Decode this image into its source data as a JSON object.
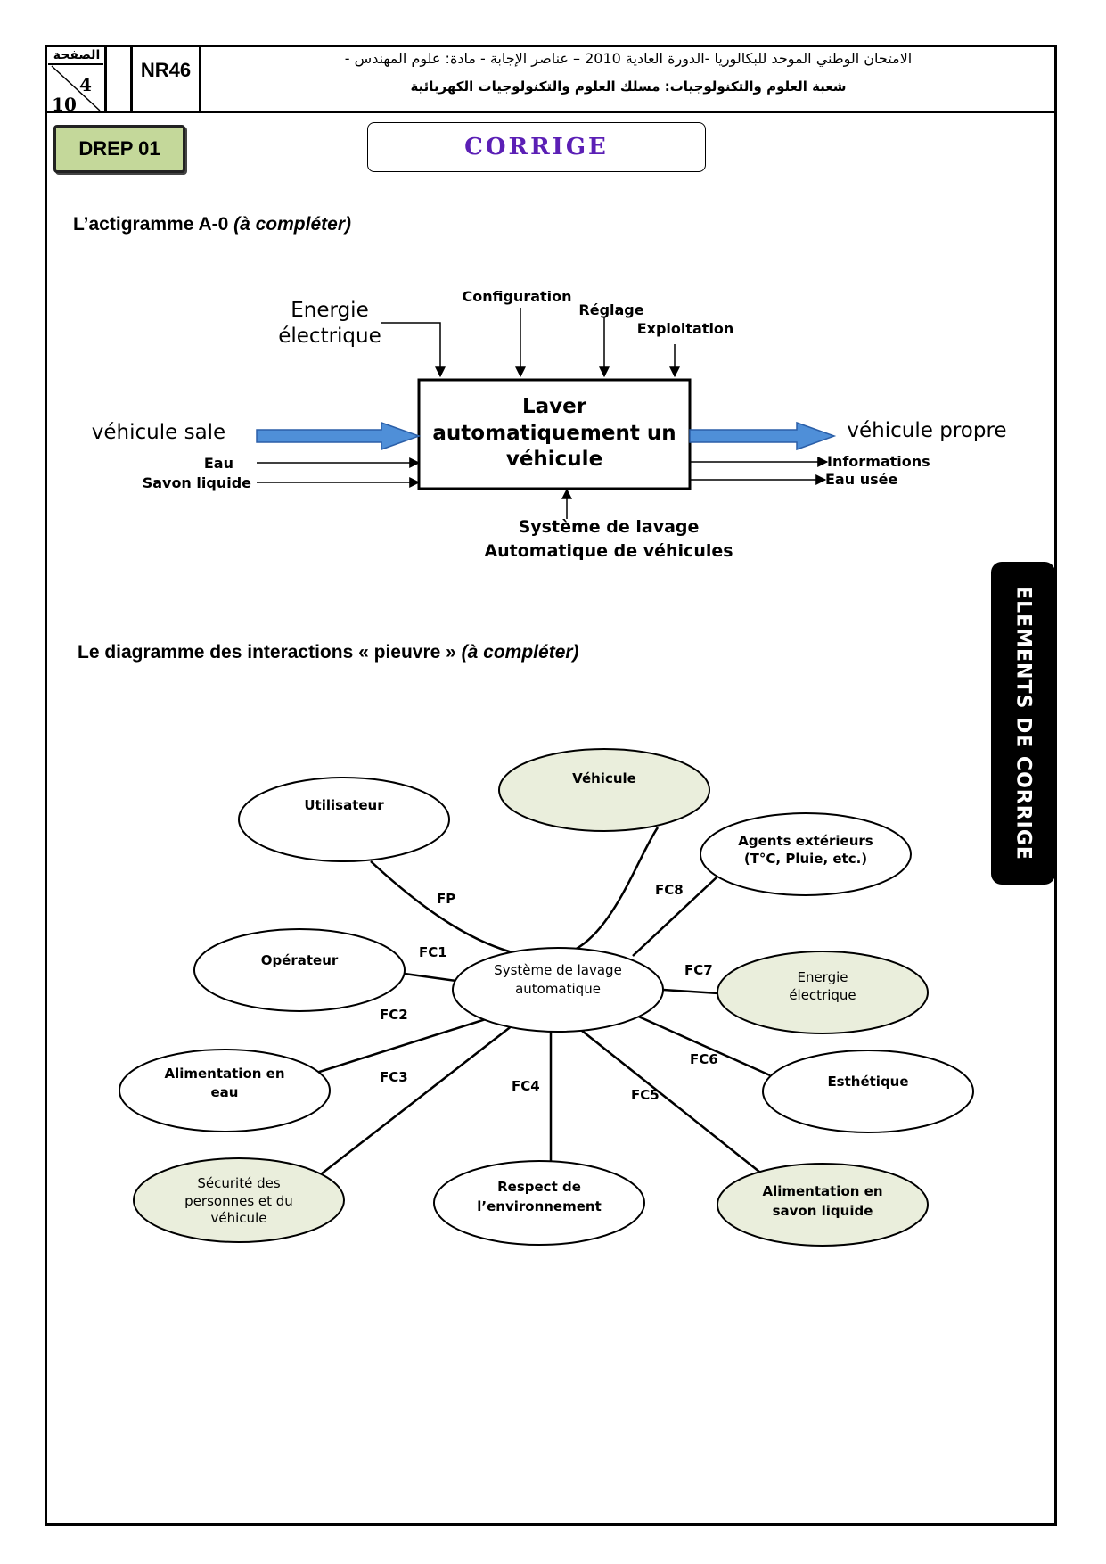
{
  "header": {
    "page_label": "الصفحة",
    "page_number": "4",
    "page_total": "10",
    "code": "NR46",
    "title_line1": "الامتحان الوطني الموحد للبكالوريا -الدورة العادية 2010 – عناصر الإجابة - مادة: علوم المهندس -",
    "title_line2": "شعبة العلوم والتكنولوجيات: مسلك العلوم والتكنولوجيات الكهربائية"
  },
  "drep": "DREP 01",
  "corrige": "CORRIGE",
  "side_tab": "ELEMENTS DE CORRIGE",
  "section1": {
    "title": "L’actigramme A-0 ",
    "hint": "(à compléter)"
  },
  "actigramme": {
    "function_line1": "Laver",
    "function_line2": "automatiquement un",
    "function_line3": "véhicule",
    "energy_line1": "Energie",
    "energy_line2": "électrique",
    "controls": [
      "Configuration",
      "Réglage",
      "Exploitation"
    ],
    "input_main": "véhicule sale",
    "inputs": [
      "Eau",
      "Savon liquide"
    ],
    "output_main": "véhicule propre",
    "outputs": [
      "Informations",
      "Eau usée"
    ],
    "support_line1": "Système de lavage",
    "support_line2": "Automatique de véhicules",
    "colors": {
      "arrow_fill": "#4f8fd8",
      "arrow_stroke": "#2b5fa8"
    }
  },
  "section2": {
    "title": "Le diagramme des interactions « pieuvre » ",
    "hint": "(à compléter)"
  },
  "pieuvre": {
    "center_line1": "Système de lavage",
    "center_line2": "automatique",
    "nodes": {
      "utilisateur": "Utilisateur",
      "vehicule": "Véhicule",
      "agents_line1": "Agents extérieurs",
      "agents_line2": "(T°C, Pluie, etc.)",
      "operateur": "Opérateur",
      "energie_line1": "Energie",
      "energie_line2": "électrique",
      "eau_line1": "Alimentation en",
      "eau_line2": "eau",
      "esthetique": "Esthétique",
      "securite_line1": "Sécurité des",
      "securite_line2": "personnes et du",
      "securite_line3": "véhicule",
      "environnement_line1": "Respect de",
      "environnement_line2": "l’environnement",
      "savon_line1": "Alimentation en",
      "savon_line2": "savon liquide"
    },
    "links": [
      "FP",
      "FC1",
      "FC2",
      "FC3",
      "FC4",
      "FC5",
      "FC6",
      "FC7",
      "FC8"
    ],
    "colors": {
      "highlight_fill": "#eaeedc",
      "plain_fill": "#ffffff"
    }
  }
}
